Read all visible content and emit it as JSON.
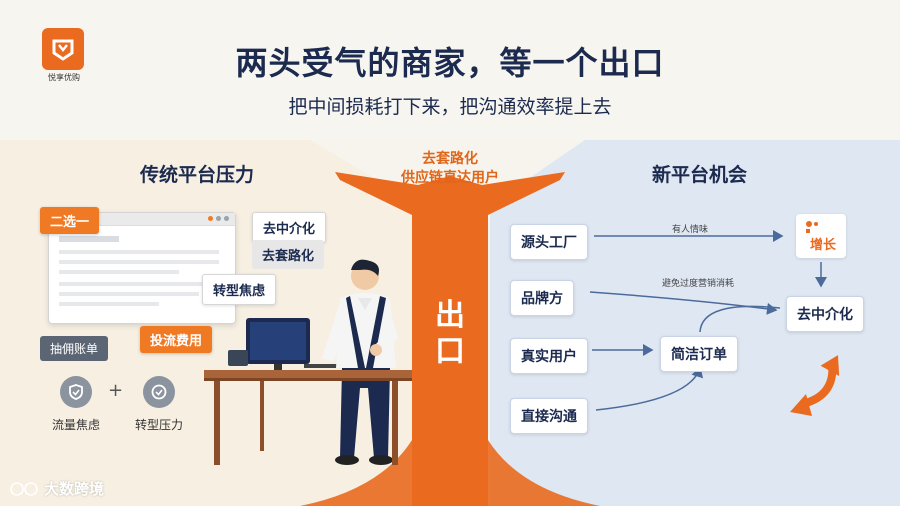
{
  "brand": {
    "logo_text": "悦享优购",
    "watermark": "大数跨境"
  },
  "header": {
    "title": "两头受气的商家，等一个出口",
    "subtitle": "把中间损耗打下来，把沟通效率提上去"
  },
  "left": {
    "title": "传统平台压力",
    "tag_choice": "二选一",
    "tag_decentral": "去中介化",
    "tag_deroute": "去套路化",
    "tag_transform": "转型焦虑",
    "tag_commission": "抽佣账单",
    "tag_traffic_fee": "投流费用",
    "icon_labels": [
      "流量焦虑",
      "转型压力"
    ],
    "plus": "+"
  },
  "center": {
    "line1": "去套路化",
    "line2": "供应链直达用户",
    "exit_label": "出口"
  },
  "right": {
    "title": "新平台机会",
    "nodes": {
      "source_factory": "源头工厂",
      "brand": "品牌方",
      "real_users": "真实用户",
      "direct_comm": "直接沟通",
      "simple_order": "简洁订单",
      "growth": "增长",
      "decentral": "去中介化"
    },
    "edge_labels": {
      "human_touch": "有人情味",
      "avoid_marketing": "避免过度营销消耗"
    }
  },
  "colors": {
    "orange": "#ea6a1f",
    "navy": "#1b2a4e",
    "blue_bg": "#dfe7f3",
    "beige_bg": "#f6efe2"
  }
}
